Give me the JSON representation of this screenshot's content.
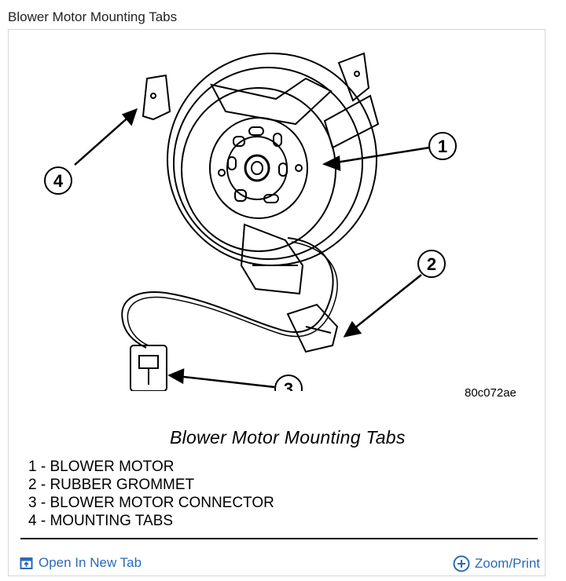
{
  "page": {
    "title": "Blower Motor Mounting Tabs"
  },
  "figure": {
    "code": "80c072ae",
    "caption": "Blower Motor Mounting Tabs",
    "callouts": [
      "1",
      "2",
      "3",
      "4"
    ],
    "legend": [
      "1 - BLOWER MOTOR",
      "2 - RUBBER GROMMET",
      "3 - BLOWER MOTOR CONNECTOR",
      "4 - MOUNTING TABS"
    ]
  },
  "footer": {
    "open_tab_label": "Open In New Tab",
    "open_tab_icon": "open-in-new-tab-icon",
    "zoom_label": "Zoom/Print",
    "zoom_icon": "zoom-plus-icon",
    "link_color": "#2a6ab6"
  }
}
